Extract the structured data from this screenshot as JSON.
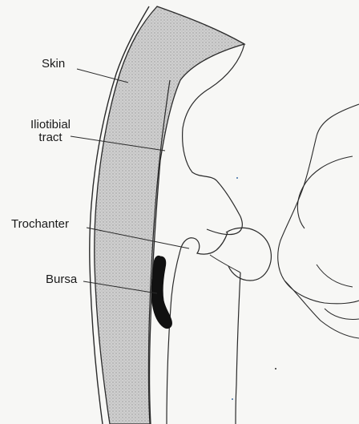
{
  "labels": {
    "skin": "Skin",
    "iliotibial_line1": "Iliotibial",
    "iliotibial_line2": "tract",
    "trochanter": "Trochanter",
    "bursa": "Bursa"
  },
  "colors": {
    "background": "#f7f7f5",
    "tissue_fill": "#c9c9c9",
    "line": "#2a2a2a",
    "bursa_fill": "#111111"
  }
}
